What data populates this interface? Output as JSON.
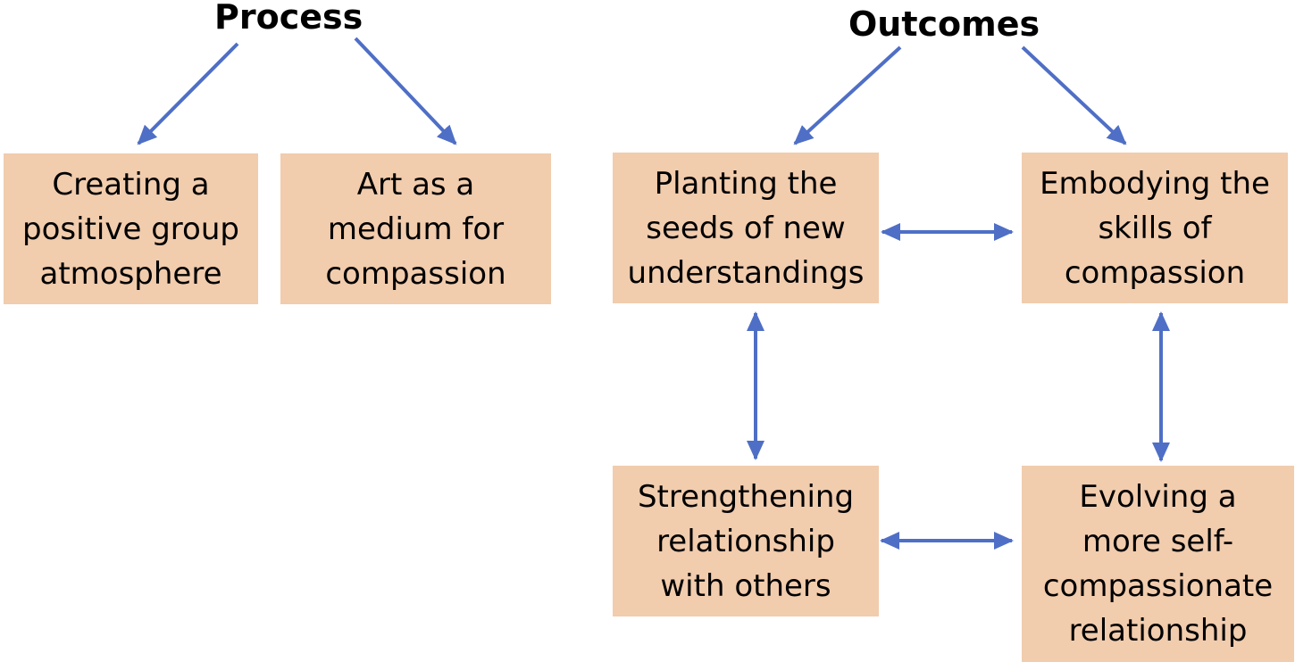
{
  "headings": {
    "process": "Process",
    "outcomes": "Outcomes"
  },
  "process_boxes": [
    {
      "label": "Creating a\npositive group\natmosphere"
    },
    {
      "label": "Art as a\nmedium for\ncompassion"
    }
  ],
  "outcome_boxes": [
    {
      "label": "Planting the\nseeds of new\nunderstandings"
    },
    {
      "label": "Embodying the\nskills of\ncompassion"
    },
    {
      "label": "Strengthening\nrelationship\nwith others"
    },
    {
      "label": "Evolving a\nmore self-\ncompassionate\nrelationship"
    }
  ],
  "colors": {
    "box_fill": "#f1ccad",
    "arrow": "#4f6fc6",
    "text": "#000000"
  }
}
